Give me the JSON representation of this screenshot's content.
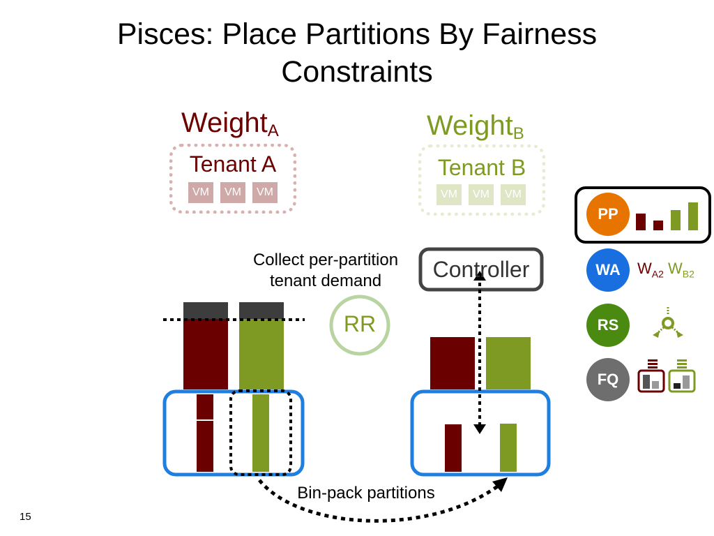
{
  "slide": {
    "title_line1": "Pisces: Place Partitions By Fairness",
    "title_line2": "Constraints",
    "page_number": "15"
  },
  "tenant_a": {
    "weight_label": "Weight",
    "weight_sub": "A",
    "name": "Tenant A",
    "vms": [
      "VM",
      "VM",
      "VM"
    ],
    "color": "#6b0000",
    "light_color": "#cfa8a8"
  },
  "tenant_b": {
    "weight_label": "Weight",
    "weight_sub": "B",
    "name": "Tenant B",
    "vms": [
      "VM",
      "VM",
      "VM"
    ],
    "color": "#7e9a22",
    "light_color": "#dfe6c6"
  },
  "controller": {
    "label": "Controller"
  },
  "rr": {
    "label": "RR"
  },
  "captions": {
    "collect_line1": "Collect per-partition",
    "collect_line2": "tenant demand",
    "binpack": "Bin-pack partitions"
  },
  "legend": {
    "items": [
      {
        "key": "pp",
        "label": "PP",
        "color": "#e87400"
      },
      {
        "key": "wa",
        "label": "WA",
        "color": "#1a6fe0",
        "text_a": "W",
        "sub_a": "A2",
        "text_b": "W",
        "sub_b": "B2"
      },
      {
        "key": "rs",
        "label": "RS",
        "color": "#4a8a10"
      },
      {
        "key": "fq",
        "label": "FQ",
        "color": "#6e6e6e"
      }
    ]
  },
  "colors": {
    "dark_cap": "#3d3d3d",
    "blue_box": "#1f7fe0",
    "rr_ring": "#b8d4a0",
    "controller_border": "#444444"
  }
}
